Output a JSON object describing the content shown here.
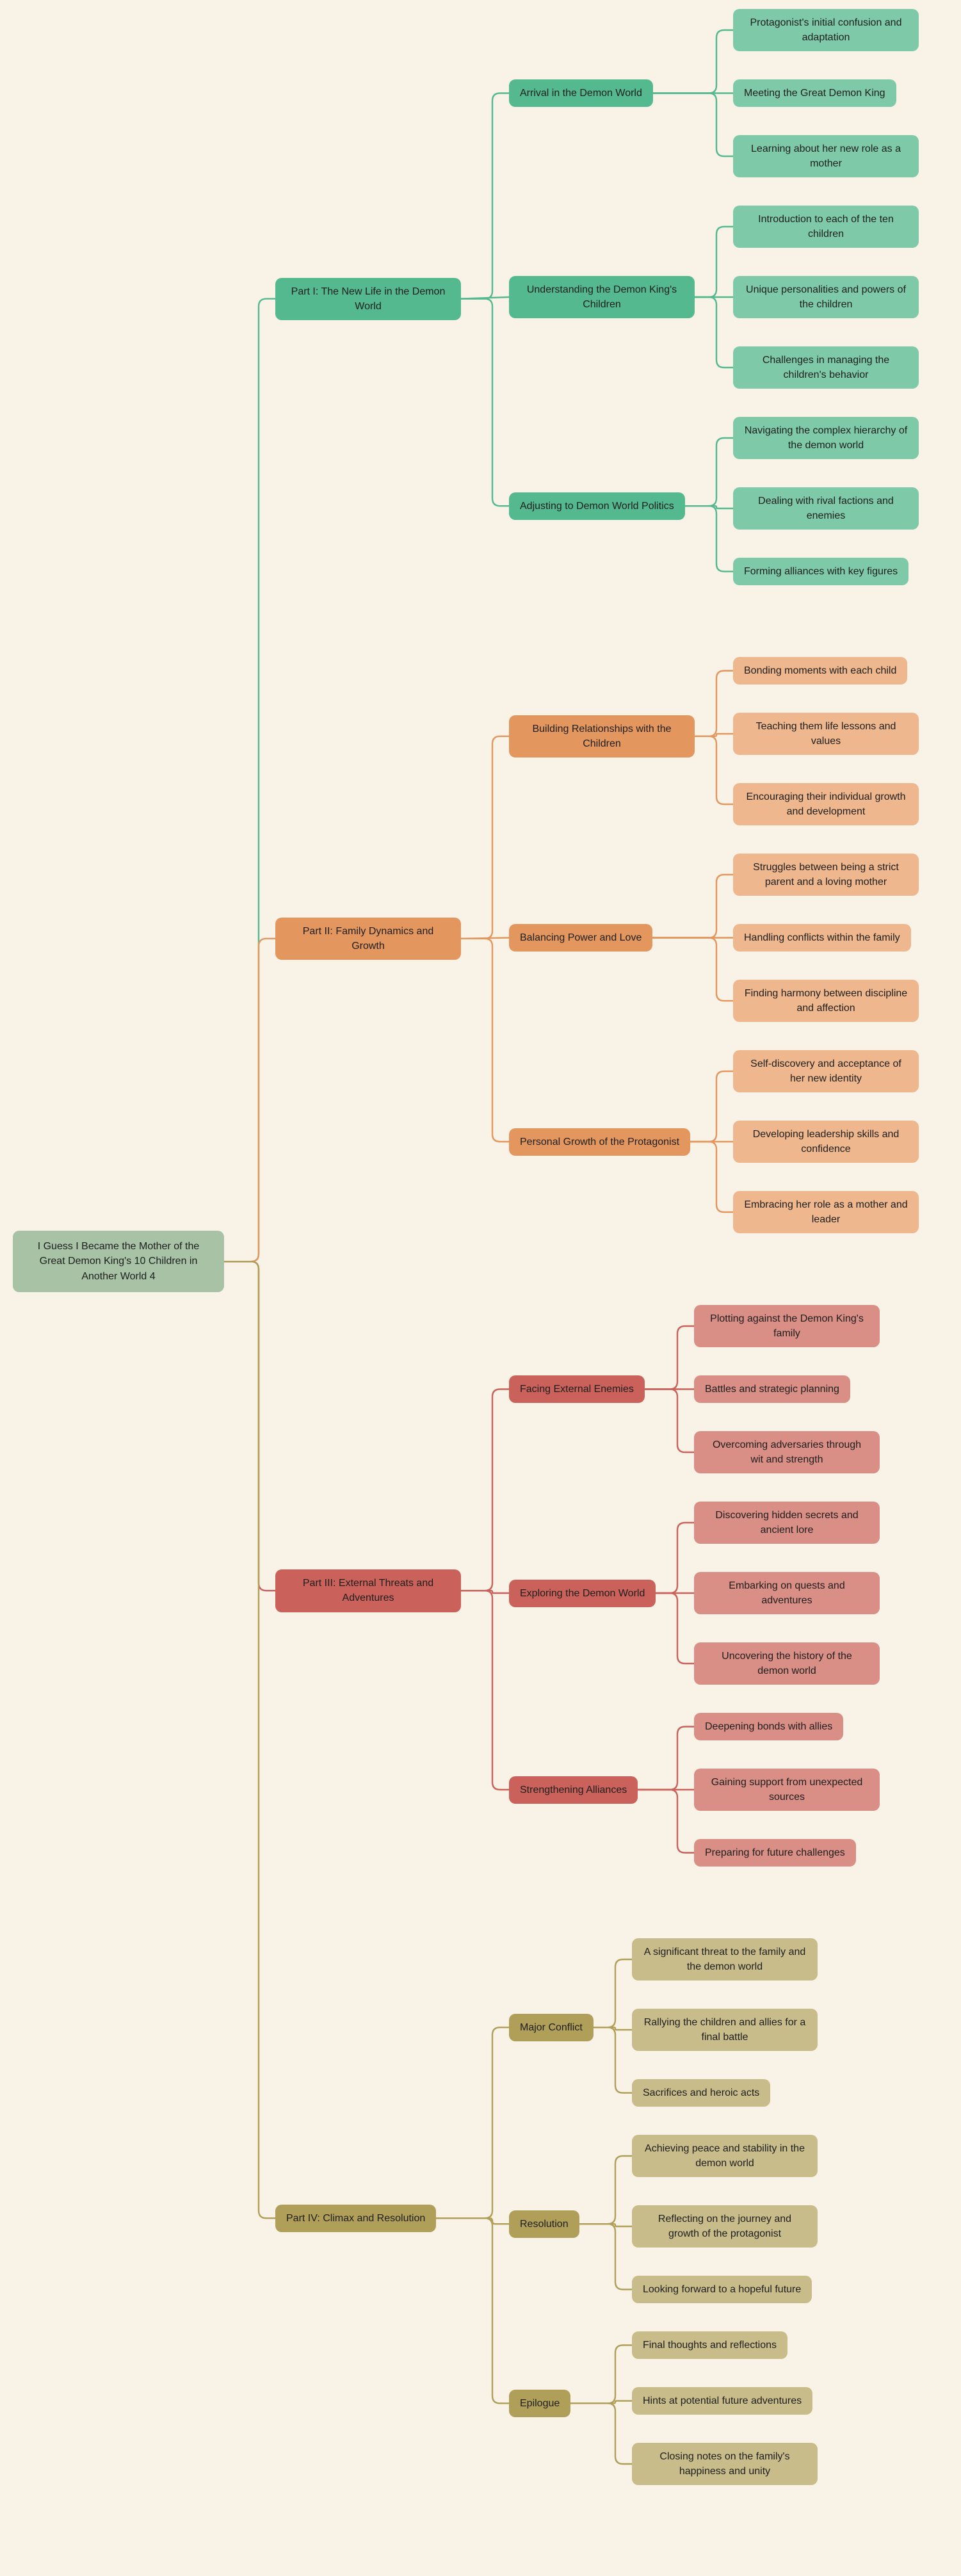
{
  "background": "#f8f2e7",
  "root": {
    "label": "I Guess I Became the Mother of the Great Demon King's 10 Children in Another World 4",
    "fill": "#a7c2a5"
  },
  "branches": [
    {
      "label": "Part I: The New Life in the Demon World",
      "node_color": "#54b98f",
      "leaf_color": "#7ecaa8",
      "line_color": "#54b98f",
      "topics": [
        {
          "label": "Arrival in the Demon World",
          "leaves": [
            "Protagonist's initial confusion and adaptation",
            "Meeting the Great Demon King",
            "Learning about her new role as a mother"
          ]
        },
        {
          "label": "Understanding the Demon King's Children",
          "leaves": [
            "Introduction to each of the ten children",
            "Unique personalities and powers of the children",
            "Challenges in managing the children's behavior"
          ]
        },
        {
          "label": "Adjusting to Demon World Politics",
          "leaves": [
            "Navigating the complex hierarchy of the demon world",
            "Dealing with rival factions and enemies",
            "Forming alliances with key figures"
          ]
        }
      ]
    },
    {
      "label": "Part II: Family Dynamics and Growth",
      "node_color": "#e3975f",
      "leaf_color": "#eeb78d",
      "line_color": "#e3975f",
      "topics": [
        {
          "label": "Building Relationships with the Children",
          "leaves": [
            "Bonding moments with each child",
            "Teaching them life lessons and values",
            "Encouraging their individual growth and development"
          ]
        },
        {
          "label": "Balancing Power and Love",
          "leaves": [
            "Struggles between being a strict parent and a loving mother",
            "Handling conflicts within the family",
            "Finding harmony between discipline and affection"
          ]
        },
        {
          "label": "Personal Growth of the Protagonist",
          "leaves": [
            "Self-discovery and acceptance of her new identity",
            "Developing leadership skills and confidence",
            "Embracing her role as a mother and leader"
          ]
        }
      ]
    },
    {
      "label": "Part III: External Threats and Adventures",
      "node_color": "#ca625b",
      "leaf_color": "#d98e86",
      "line_color": "#ca625b",
      "topics": [
        {
          "label": "Facing External Enemies",
          "leaves": [
            "Plotting against the Demon King's family",
            "Battles and strategic planning",
            "Overcoming adversaries through wit and strength"
          ]
        },
        {
          "label": "Exploring the Demon World",
          "leaves": [
            "Discovering hidden secrets and ancient lore",
            "Embarking on quests and adventures",
            "Uncovering the history of the demon world"
          ]
        },
        {
          "label": "Strengthening Alliances",
          "leaves": [
            "Deepening bonds with allies",
            "Gaining support from unexpected sources",
            "Preparing for future challenges"
          ]
        }
      ]
    },
    {
      "label": "Part IV: Climax and Resolution",
      "node_color": "#af9f58",
      "leaf_color": "#c8bc8b",
      "line_color": "#af9f58",
      "topics": [
        {
          "label": "Major Conflict",
          "leaves": [
            "A significant threat to the family and the demon world",
            "Rallying the children and allies for a final battle",
            "Sacrifices and heroic acts"
          ]
        },
        {
          "label": "Resolution",
          "leaves": [
            "Achieving peace and stability in the demon world",
            "Reflecting on the journey and growth of the protagonist",
            "Looking forward to a hopeful future"
          ]
        },
        {
          "label": "Epilogue",
          "leaves": [
            "Final thoughts and reflections",
            "Hints at potential future adventures",
            "Closing notes on the family's happiness and unity"
          ]
        }
      ]
    }
  ]
}
